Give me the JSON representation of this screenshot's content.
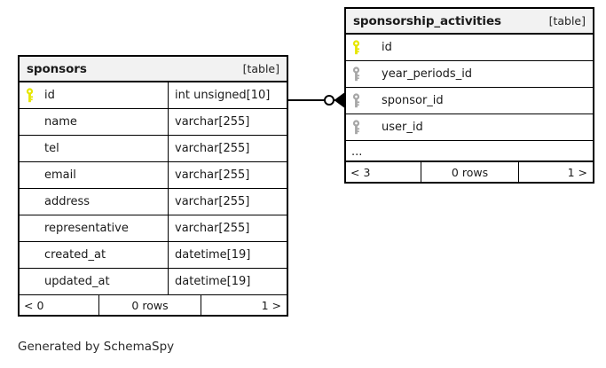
{
  "diagram": {
    "tool": "SchemaSpy",
    "caption": "Generated by SchemaSpy",
    "table_tag": "[table]",
    "colors": {
      "primary_key_icon": "#e6e600",
      "foreign_key_icon": "#a6a6a6",
      "border": "#000000",
      "header_background": "#f2f2f2",
      "page_background": "#ffffff",
      "text": "#1a1a1a"
    }
  },
  "tables": [
    {
      "name": "sponsors",
      "tag": "[table]",
      "columns": [
        {
          "key_icon": "primary-key-icon",
          "name": "id",
          "type": "int unsigned[10]"
        },
        {
          "key_icon": "none",
          "name": "name",
          "type": "varchar[255]"
        },
        {
          "key_icon": "none",
          "name": "tel",
          "type": "varchar[255]"
        },
        {
          "key_icon": "none",
          "name": "email",
          "type": "varchar[255]"
        },
        {
          "key_icon": "none",
          "name": "address",
          "type": "varchar[255]"
        },
        {
          "key_icon": "none",
          "name": "representative",
          "type": "varchar[255]"
        },
        {
          "key_icon": "none",
          "name": "created_at",
          "type": "datetime[19]"
        },
        {
          "key_icon": "none",
          "name": "updated_at",
          "type": "datetime[19]"
        }
      ],
      "has_ellipsis_row": false,
      "footer": {
        "prev": "< 0",
        "rows": "0 rows",
        "next": "1 >"
      }
    },
    {
      "name": "sponsorship_activities",
      "tag": "[table]",
      "columns": [
        {
          "key_icon": "primary-key-icon",
          "name": "id",
          "type": ""
        },
        {
          "key_icon": "foreign-key-icon",
          "name": "year_periods_id",
          "type": ""
        },
        {
          "key_icon": "foreign-key-icon",
          "name": "sponsor_id",
          "type": ""
        },
        {
          "key_icon": "foreign-key-icon",
          "name": "user_id",
          "type": ""
        }
      ],
      "has_ellipsis_row": true,
      "ellipsis": "...",
      "footer": {
        "prev": "< 3",
        "rows": "0 rows",
        "next": "1 >"
      }
    }
  ],
  "relationships": [
    {
      "from_table": "sponsors",
      "from_column": "id",
      "to_table": "sponsorship_activities",
      "to_column": "sponsor_id",
      "from_cardinality": "one",
      "to_cardinality": "zero-or-many"
    }
  ]
}
